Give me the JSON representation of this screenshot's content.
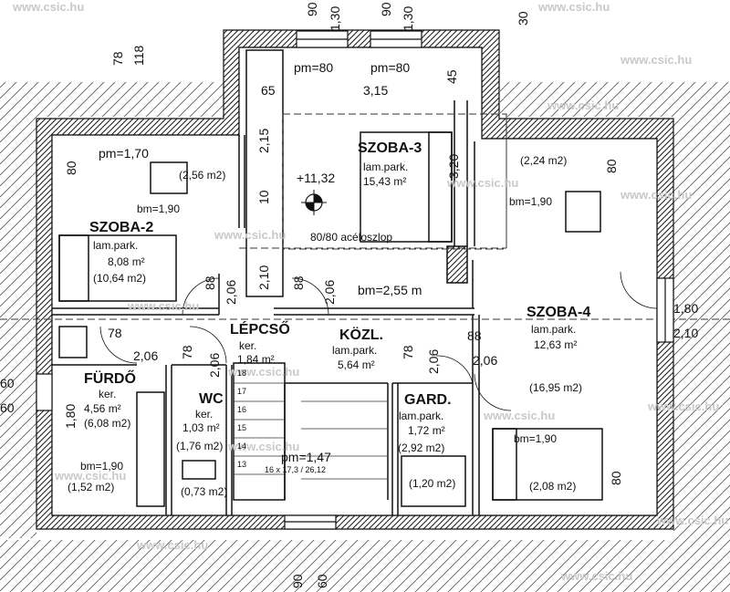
{
  "watermark": "www.csic.hu",
  "rooms": {
    "szoba3": {
      "name": "SZOBA-3",
      "floor": "lam.park.",
      "area": "15,43 m²"
    },
    "szoba2": {
      "name": "SZOBA-2",
      "floor": "lam.park.",
      "area": "8,08 m²",
      "gross": "(10,64 m2)"
    },
    "szoba4": {
      "name": "SZOBA-4",
      "floor": "lam.park.",
      "area": "12,63 m²",
      "gross": "(16,95 m2)"
    },
    "lepcso": {
      "name": "LÉPCSŐ",
      "floor": "ker.",
      "area": "1,84 m²"
    },
    "kozl": {
      "name": "KÖZL.",
      "floor": "lam.park.",
      "area": "5,64 m²"
    },
    "furdo": {
      "name": "FÜRDŐ",
      "floor": "ker.",
      "area": "4,56 m²",
      "gross": "(6,08 m2)"
    },
    "wc": {
      "name": "WC",
      "floor": "ker.",
      "area": "1,03 m²",
      "gross": "(1,76 m2)"
    },
    "gard": {
      "name": "GARD.",
      "floor": "lam.park.",
      "area": "1,72 m²",
      "gross": "(2,92 m2)"
    }
  },
  "annotations": {
    "level": "+11,32",
    "column": "80/80 acéloszlop",
    "pm_left": "pm=80",
    "pm_right": "pm=80",
    "pm_szoba2": "pm=1,70",
    "pm_stair": "pm=1,47",
    "bm_szoba2": "bm=1,90",
    "bm_szoba4_top": "bm=1,90",
    "bm_corridor": "bm=2,55 m",
    "bm_szoba4_bottom": "bm=1,90",
    "bm_furdo": "bm=1,90",
    "stair_formula": "16 x 17,3 / 26,12"
  },
  "areas": {
    "a1": "(2,56 m2)",
    "a2": "(2,24 m2)",
    "a3": "(1,52 m2)",
    "a4": "(0,73 m2)",
    "a5": "(1,20 m2)",
    "a6": "(2,08 m2)"
  },
  "dims": {
    "d78": "78",
    "d118": "118",
    "d90a": "90",
    "d130a": "1,30",
    "d90b": "90",
    "d130b": "1,30",
    "d30": "30",
    "d65": "65",
    "d315": "3,15",
    "d45": "45",
    "d80a": "80",
    "d215": "2,15",
    "d320": "3,20",
    "d80b": "80",
    "d10": "10",
    "d88a": "88",
    "d206a": "2,06",
    "d210": "2,10",
    "d88b": "88",
    "d206b": "2,06",
    "d78b": "78",
    "d206c": "2,06",
    "d78c": "78",
    "d206d": "2,06",
    "d180a": "1,80",
    "d88c": "88",
    "d206e": "2,06",
    "d78d": "78",
    "d206f": "2,06",
    "d180b": "1,80",
    "d210b": "2,10",
    "d60a": "60",
    "d60b": "60",
    "d80c": "80",
    "d90c": "90",
    "d60c": "60"
  },
  "stairs": [
    "18",
    "17",
    "16",
    "15",
    "14",
    "13"
  ]
}
